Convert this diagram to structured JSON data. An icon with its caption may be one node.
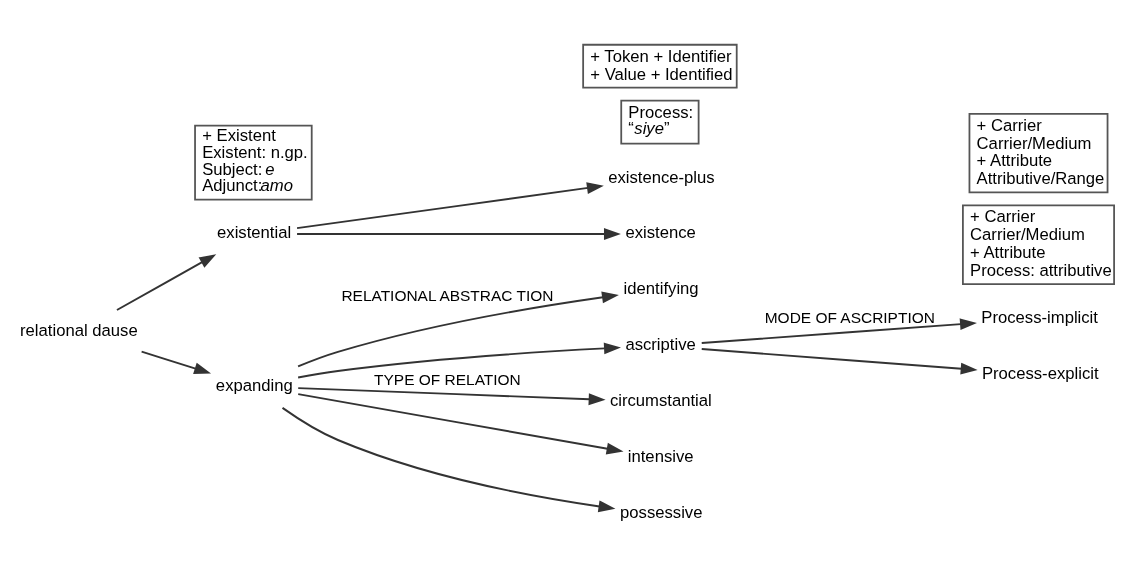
{
  "diagram": {
    "nodes": [
      {
        "text": [
          "relational dause"
        ]
      },
      {
        "text": [
          "existential"
        ]
      },
      {
        "text": [
          "+ Existent",
          "Existent: n.gp.",
          "Subject: *e*",
          "Adjunct:*amo*"
        ]
      },
      {
        "text": [
          "existence-plus"
        ]
      },
      {
        "text": [
          "Process:",
          "“*siye*”"
        ]
      },
      {
        "text": [
          "existence"
        ]
      },
      {
        "text": [
          "expanding"
        ]
      },
      {
        "text": [
          "identifying"
        ]
      },
      {
        "text": [
          "+ Token + Identifier",
          "+ Value + Identified"
        ]
      },
      {
        "text": [
          "ascriptive"
        ]
      },
      {
        "text": [
          "Process-implicit"
        ]
      },
      {
        "text": [
          "+ Carrier",
          "Carrier/Medium",
          "+ Attribute",
          "Process: attributive"
        ]
      },
      {
        "text": [
          "Process-explicit"
        ]
      },
      {
        "text": [
          "+ Carrier",
          "Carrier/Medium",
          "+ Attribute",
          "Attributive/Range"
        ]
      },
      {
        "text": [
          "circumstantial"
        ]
      },
      {
        "text": [
          "intensive"
        ]
      },
      {
        "text": [
          "possessive"
        ]
      }
    ],
    "edges": [
      {
        "from": 0,
        "to": 1,
        "arrow": "to"
      },
      {
        "from": 0,
        "to": 6,
        "arrow": "to"
      },
      {
        "from": 1,
        "to": 3,
        "arrow": "to"
      },
      {
        "from": 1,
        "to": 5,
        "arrow": "to"
      },
      {
        "from": 6,
        "to": 7,
        "arrow": "to",
        "label": "RELATIONAL ABSTRAC TION"
      },
      {
        "from": 6,
        "to": 9,
        "arrow": "to"
      },
      {
        "from": 9,
        "to": 10,
        "arrow": "to",
        "label": "MODE OF ASCRIPTION"
      },
      {
        "from": 9,
        "to": 12,
        "arrow": "to"
      },
      {
        "from": 6,
        "to": 14,
        "arrow": "to",
        "label": "TYPE OF RELATION"
      },
      {
        "from": 6,
        "to": 15,
        "arrow": "to"
      },
      {
        "from": 6,
        "to": 16,
        "arrow": "to"
      }
    ]
  }
}
